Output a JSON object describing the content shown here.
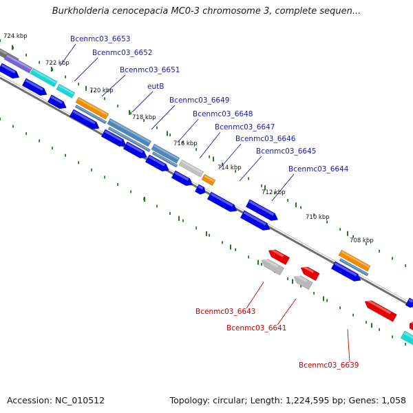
{
  "title": "Burkholderia cenocepacia MC0-3 chromosome 3, complete sequen...",
  "footer": {
    "accession": "Accession: NC_010512",
    "summary": "Topology: circular; Length: 1,224,595 bp; Genes: 1,058"
  },
  "ticks": [
    "724 kbp",
    "722 kbp",
    "720 kbp",
    "718 kbp",
    "716 kbp",
    "714 kbp",
    "712 kbp",
    "710 kbp",
    "708 kbp"
  ],
  "forward_genes": [
    "Bcenmc03_6653",
    "Bcenmc03_6652",
    "Bcenmc03_6651",
    "eutB",
    "Bcenmc03_6649",
    "Bcenmc03_6648",
    "Bcenmc03_6647",
    "Bcenmc03_6646",
    "Bcenmc03_6645",
    "Bcenmc03_6644"
  ],
  "reverse_genes": [
    "Bcenmc03_6643",
    "Bcenmc03_6641",
    "Bcenmc03_6639"
  ],
  "colors": {
    "forward_cds": "#0000e6",
    "reverse_cds": "#e60000",
    "pseudo": "#b9b9b9",
    "backbone": "#6e6e6e",
    "tick_dots": "#1f7a1f",
    "label_blue": "#1a1aa6",
    "label_red": "#c80000",
    "cog_steel": "#4f86b8",
    "cog_orange": "#f08c00",
    "cog_cyan": "#1ad6d6",
    "cog_purple": "#7864d2",
    "cog_gray": "#c0c0c0"
  }
}
